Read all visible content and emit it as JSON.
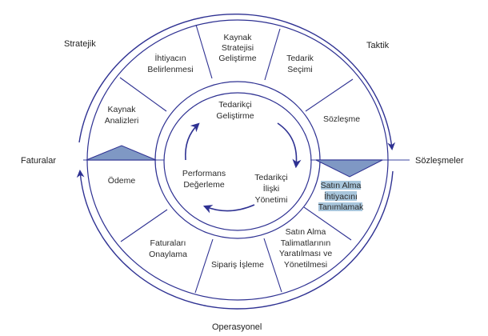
{
  "colors": {
    "line": "#2e3192",
    "triangle_fill": "#7f98c4",
    "highlight": "#a8c6dc",
    "text": "#2a2a2a"
  },
  "corner_labels": {
    "top_left": "Stratejik",
    "top_right": "Taktik",
    "bottom": "Operasyonel"
  },
  "axis_labels": {
    "left": "Faturalar",
    "right": "Sözleşmeler"
  },
  "outer_segments": [
    {
      "id": "kaynak-stratejisi",
      "lines": [
        "Kaynak",
        "Stratejisi",
        "Geliştirme"
      ]
    },
    {
      "id": "tedarik-secimi",
      "lines": [
        "Tedarik",
        "Seçimi"
      ]
    },
    {
      "id": "sozlesme",
      "lines": [
        "Sözleşme"
      ]
    },
    {
      "id": "satin-alma-ihtiyaci",
      "lines": [
        "Satın Alma",
        "İhtiyacını",
        "Tanımlamak"
      ],
      "highlighted": true
    },
    {
      "id": "satin-alma-talimatlari",
      "lines": [
        "Satın Alma",
        "Talimatlarının",
        "Yaratılması ve",
        "Yönetilmesi"
      ]
    },
    {
      "id": "siparis-isleme",
      "lines": [
        "Sipariş İşleme"
      ]
    },
    {
      "id": "faturalari-onaylama",
      "lines": [
        "Faturaları",
        "Onaylama"
      ]
    },
    {
      "id": "odeme",
      "lines": [
        "Ödeme"
      ]
    },
    {
      "id": "kaynak-analizleri",
      "lines": [
        "Kaynak",
        "Analizleri"
      ]
    },
    {
      "id": "ihtiyacin-belirlenmesi",
      "lines": [
        "İhtiyacın",
        "Belirlenmesi"
      ]
    }
  ],
  "inner_cycle": [
    {
      "id": "tedarikci-gelistirme",
      "lines": [
        "Tedarikçi",
        "Geliştirme"
      ]
    },
    {
      "id": "tedarikci-iliski",
      "lines": [
        "Tedarikçi",
        "İlişki",
        "Yönetimi"
      ]
    },
    {
      "id": "performans",
      "lines": [
        "Performans",
        "Değerleme"
      ]
    }
  ]
}
